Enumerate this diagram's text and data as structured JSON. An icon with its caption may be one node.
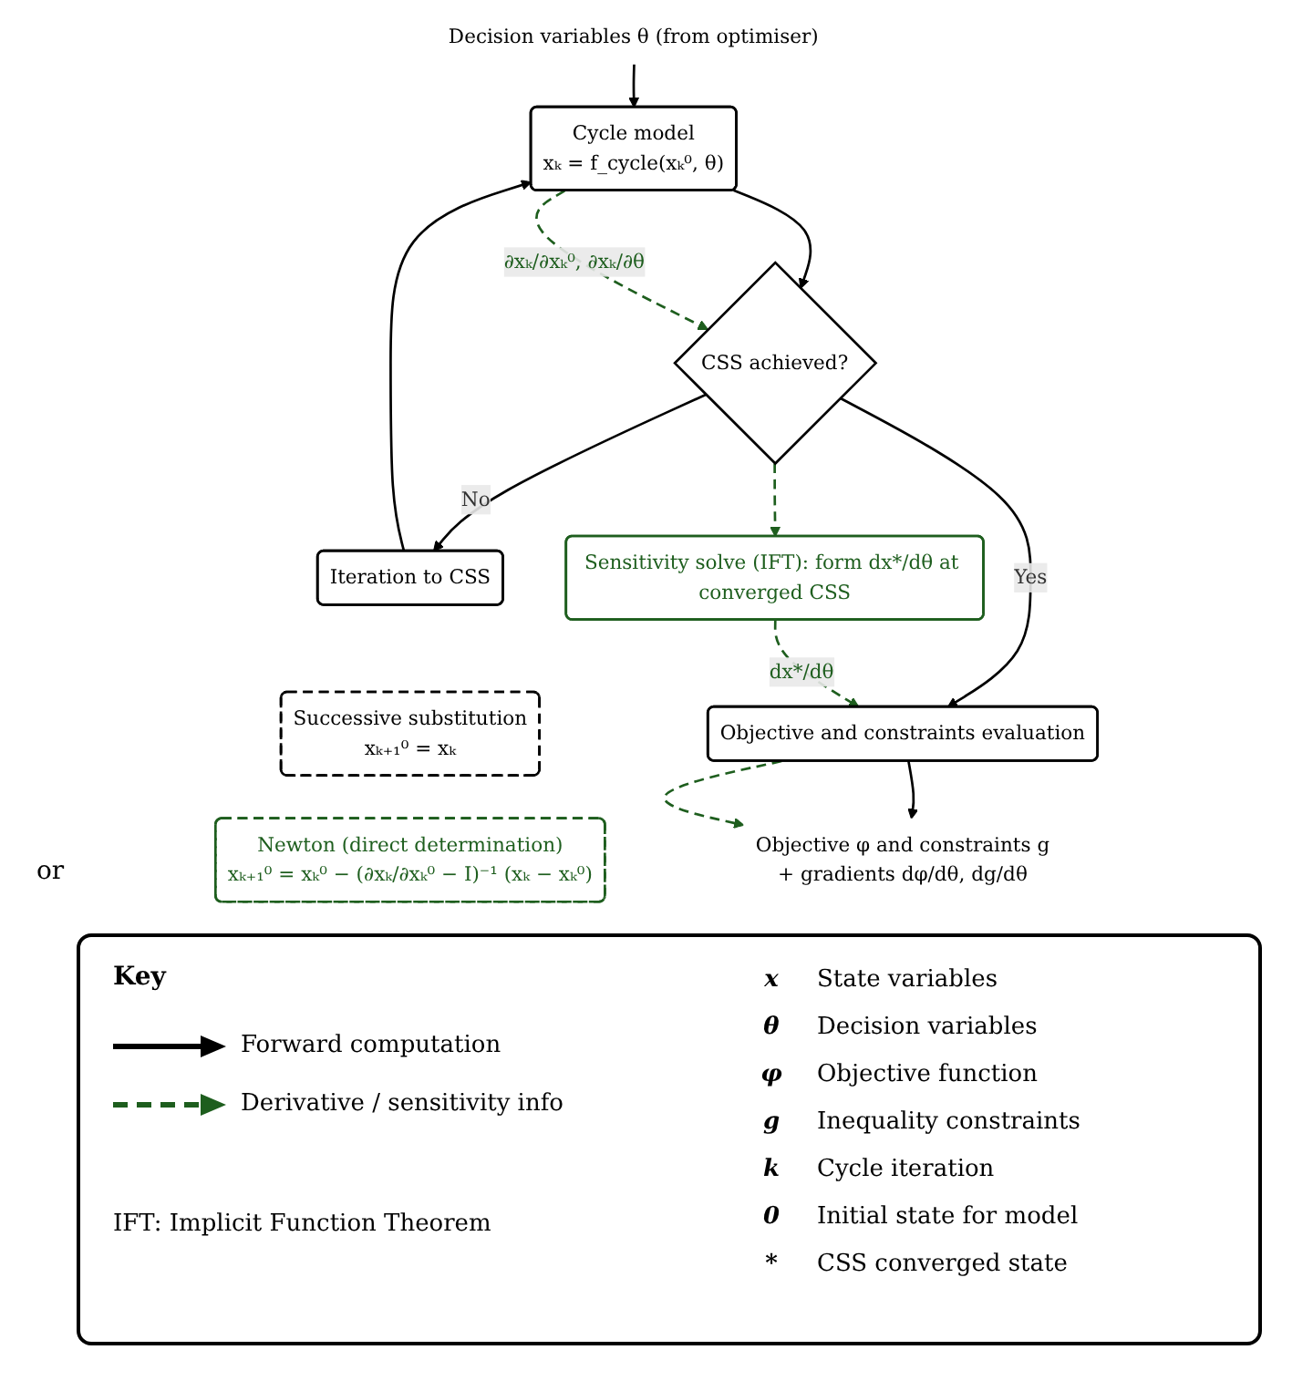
{
  "diagram": {
    "nodes": [
      {
        "text": [
          "Decision variables θ (from optimiser)"
        ]
      },
      {
        "text": [
          "Cycle model",
          "xₖ = f_cycle(xₖ⁰, θ)"
        ]
      },
      {
        "text": [
          "CSS achieved?"
        ]
      },
      {
        "text": [
          "Iteration to CSS"
        ]
      },
      {
        "text": [
          "Successive substitution",
          "xₖ₊₁⁰ = xₖ"
        ]
      },
      {
        "text": [
          "Newton (direct determination)",
          "xₖ₊₁⁰ = xₖ⁰ − (∂xₖ/∂xₖ⁰ − I)⁻¹ (xₖ − xₖ⁰)"
        ]
      },
      {
        "text": [
          "Sensitivity solve (IFT): form dx*/dθ at converged CSS"
        ]
      },
      {
        "text": [
          "Objective and constraints evaluation"
        ]
      },
      {
        "text": [
          "Objective φ and constraints g",
          "+ gradients dφ/dθ, dg/dθ"
        ]
      }
    ],
    "edges": [
      {
        "from": 0,
        "to": 1,
        "arrow": "to"
      },
      {
        "from": 1,
        "to": 2,
        "arrow": "to"
      },
      {
        "from": 1,
        "to": 2,
        "arrow": "to",
        "label": "∂xₖ/∂xₖ⁰, ∂xₖ/∂θ",
        "style": "dashed",
        "color": "#1e5e1e"
      },
      {
        "from": 2,
        "to": 3,
        "arrow": "to",
        "label": "No"
      },
      {
        "from": 3,
        "to": 1,
        "arrow": "to"
      },
      {
        "from": 2,
        "to": 6,
        "arrow": "to",
        "style": "dashed",
        "color": "#1e5e1e"
      },
      {
        "from": 2,
        "to": 7,
        "arrow": "to",
        "label": "Yes"
      },
      {
        "from": 6,
        "to": 7,
        "arrow": "to",
        "label": "dx*/dθ",
        "style": "dashed",
        "color": "#1e5e1e"
      },
      {
        "from": 7,
        "to": 8,
        "arrow": "to"
      },
      {
        "from": 7,
        "to": 8,
        "arrow": "to",
        "style": "dashed",
        "color": "#1e5e1e"
      }
    ],
    "labels": [
      "or",
      "Key",
      "IFT: Implicit Function Theorem",
      "x",
      "State variables",
      "θ",
      "Decision variables",
      "φ",
      "Objective function",
      "g",
      "Inequality constraints",
      "k",
      "Cycle iteration",
      "0",
      "Initial state for model",
      "*",
      "CSS converged state"
    ],
    "legend": [
      {
        "text": "Forward computation"
      },
      {
        "text": "Derivative / sensitivity info"
      }
    ]
  }
}
